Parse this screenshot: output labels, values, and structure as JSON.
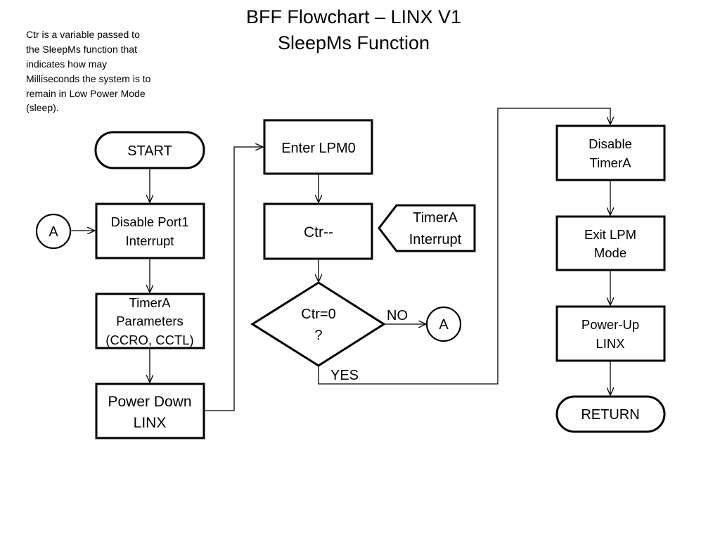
{
  "title": {
    "line1": "BFF Flowchart – LINX V1",
    "line2": "SleepMs Function"
  },
  "note": [
    "Ctr is a variable passed to",
    "the SleepMs function that",
    "indicates how may",
    "Milliseconds the system is to",
    "remain in Low Power Mode",
    "(sleep)."
  ],
  "nodes": {
    "start": "START",
    "disable_port1": [
      "Disable Port1",
      "Interrupt"
    ],
    "timera_params": [
      "TimerA",
      "Parameters",
      "(CCRO, CCTL)"
    ],
    "power_down": [
      "Power Down",
      "LINX"
    ],
    "enter_lpm0": "Enter LPM0",
    "ctr_dec": "Ctr--",
    "timera_interrupt": [
      "TimerA",
      "Interrupt"
    ],
    "decision": [
      "Ctr=0",
      "?"
    ],
    "disable_timera": [
      "Disable",
      "TimerA"
    ],
    "exit_lpm": [
      "Exit LPM",
      "Mode"
    ],
    "power_up": [
      "Power-Up",
      "LINX"
    ],
    "return": "RETURN"
  },
  "connectors": {
    "left": "A",
    "right": "A"
  },
  "edge_labels": {
    "no": "NO",
    "yes": "YES"
  }
}
